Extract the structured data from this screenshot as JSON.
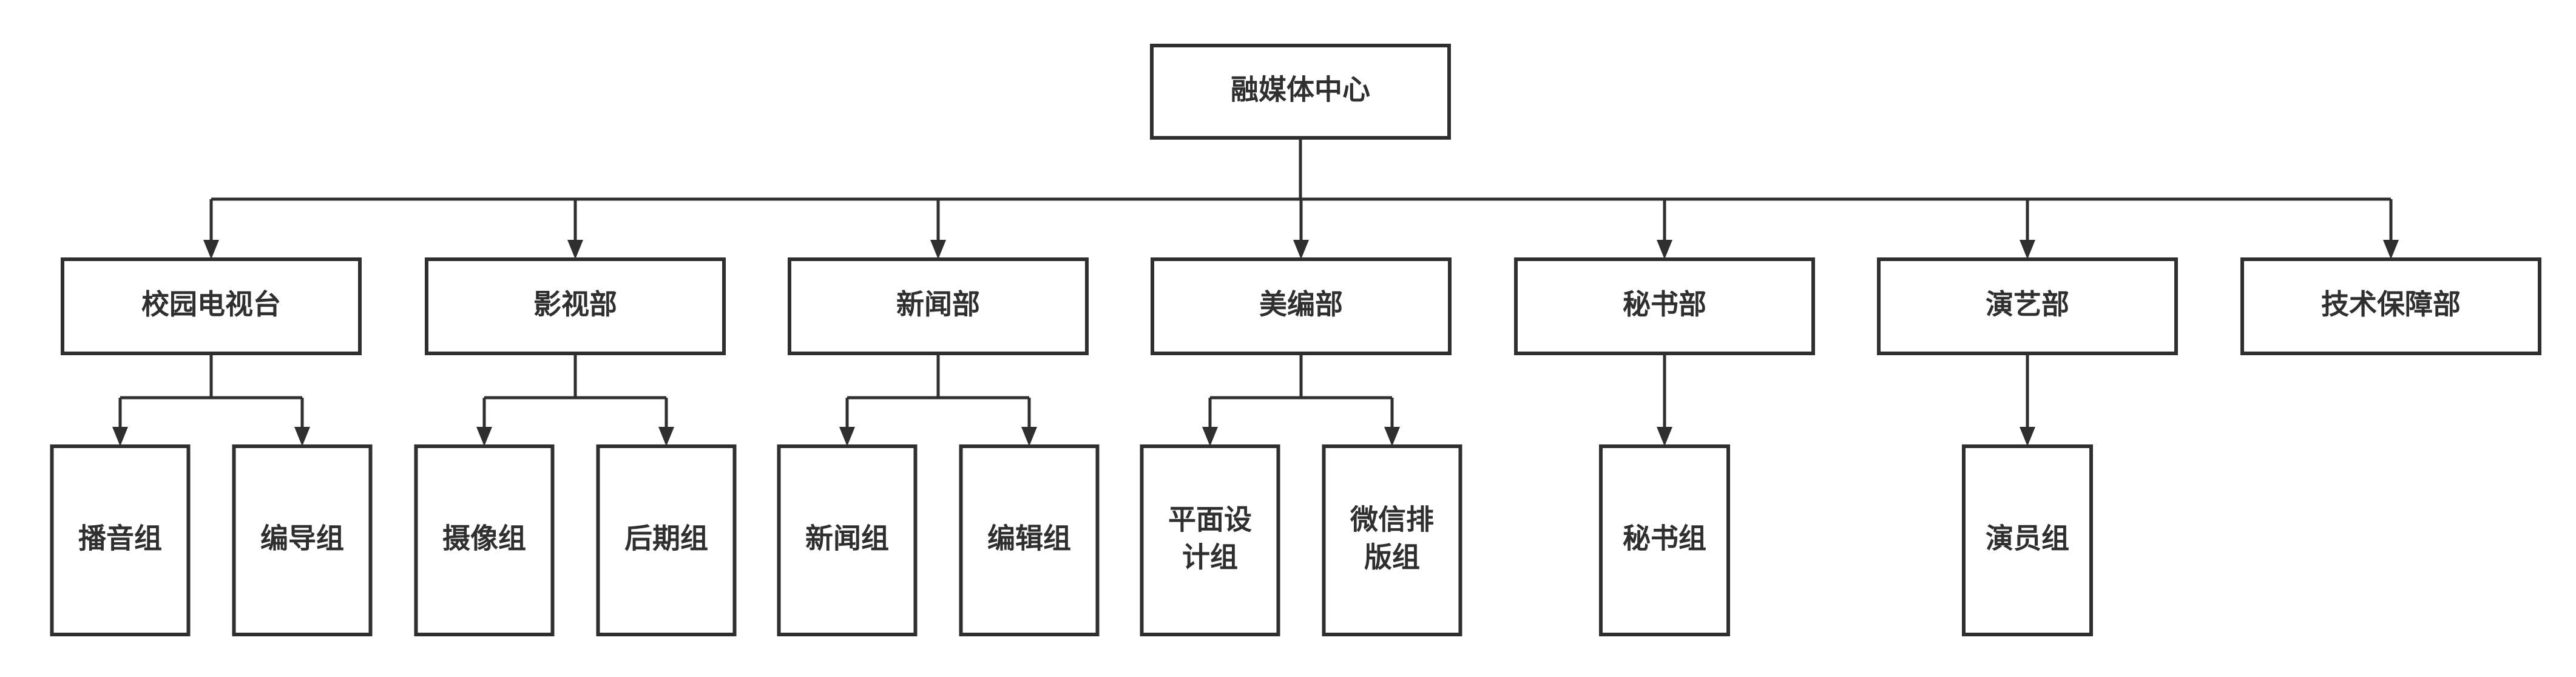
{
  "diagram": {
    "root": {
      "label": "融媒体中心"
    },
    "departments": [
      {
        "label": "校园电视台",
        "groups": [
          {
            "lines": [
              "播音组"
            ]
          },
          {
            "lines": [
              "编导组"
            ]
          }
        ]
      },
      {
        "label": "影视部",
        "groups": [
          {
            "lines": [
              "摄像组"
            ]
          },
          {
            "lines": [
              "后期组"
            ]
          }
        ]
      },
      {
        "label": "新闻部",
        "groups": [
          {
            "lines": [
              "新闻组"
            ]
          },
          {
            "lines": [
              "编辑组"
            ]
          }
        ]
      },
      {
        "label": "美编部",
        "groups": [
          {
            "lines": [
              "平面设",
              "计组"
            ]
          },
          {
            "lines": [
              "微信排",
              "版组"
            ]
          }
        ]
      },
      {
        "label": "秘书部",
        "groups": [
          {
            "lines": [
              "秘书组"
            ]
          }
        ]
      },
      {
        "label": "演艺部",
        "groups": [
          {
            "lines": [
              "演员组"
            ]
          }
        ]
      },
      {
        "label": "技术保障部",
        "groups": []
      }
    ],
    "colors": {
      "stroke": "#2f2f2f",
      "fill": "#ffffff",
      "text": "#2f2f2f"
    }
  }
}
